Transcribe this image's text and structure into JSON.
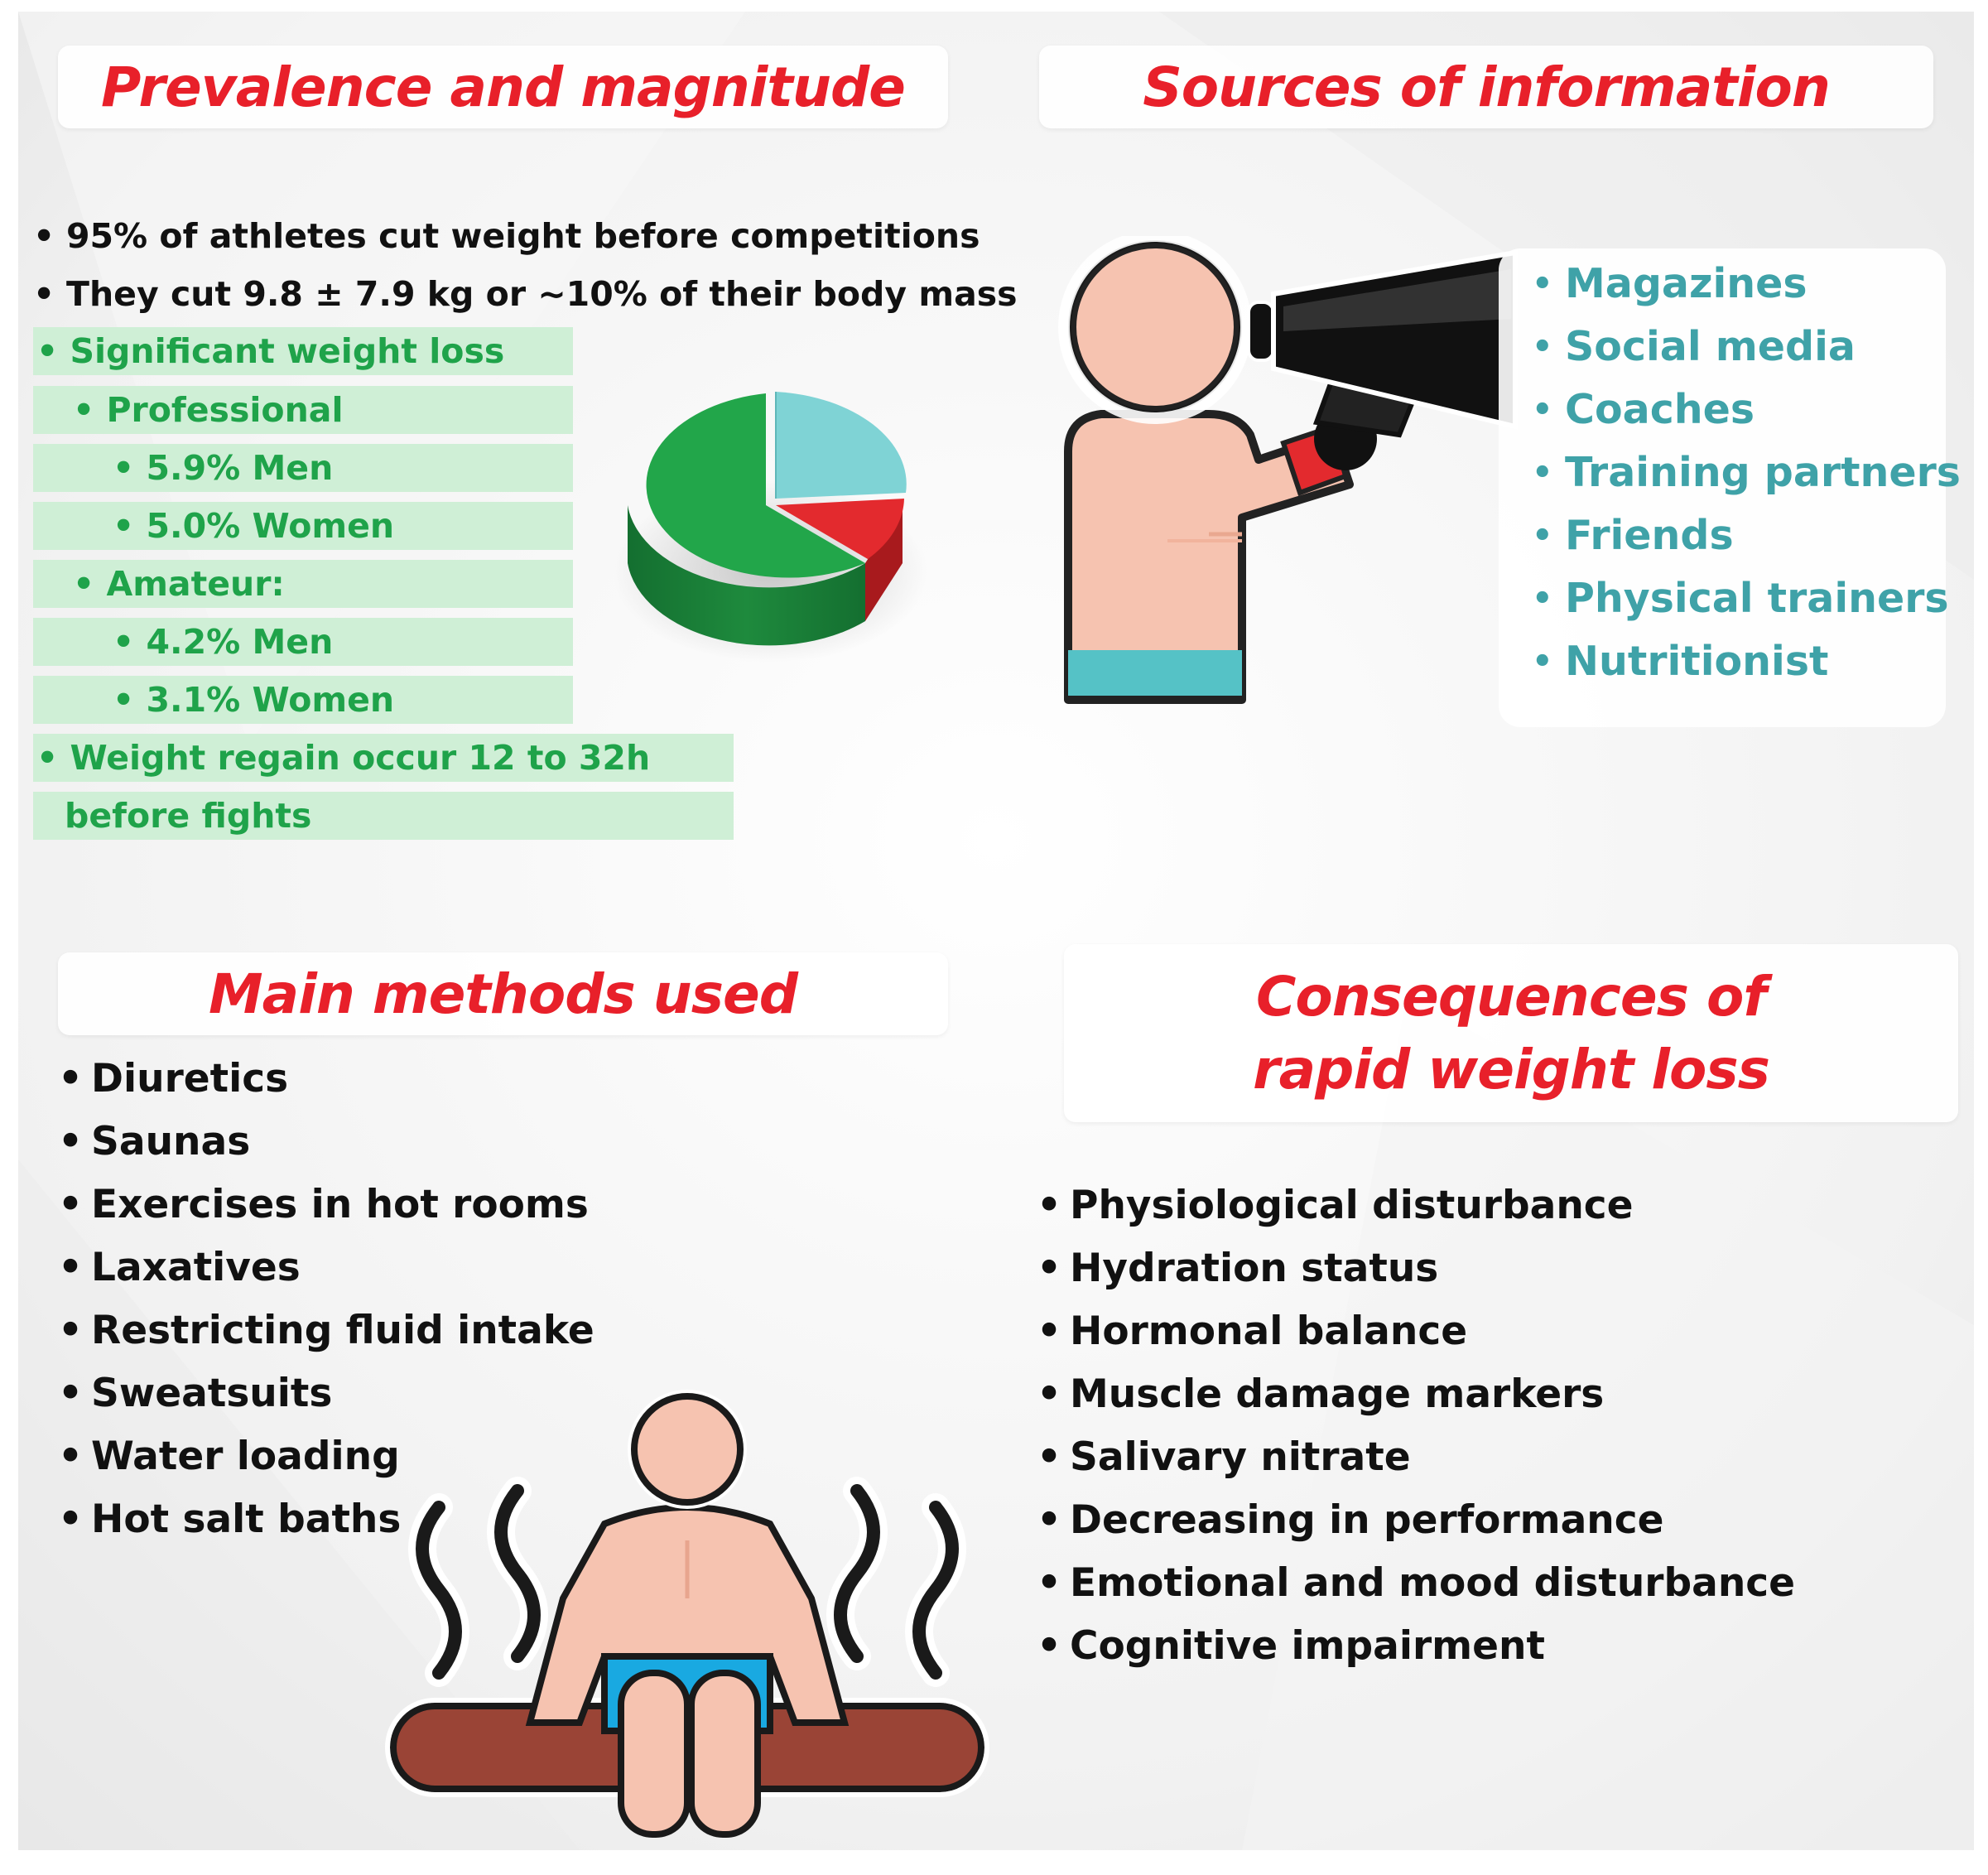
{
  "panels": {
    "prevalence": {
      "title": "Prevalence and magnitude",
      "facts": [
        "95% of athletes cut weight before competitions",
        "They cut 9.8 ± 7.9 kg or ~10% of their body mass"
      ],
      "green_rows": [
        "• Significant weight loss",
        "• Professional",
        "• 5.9% Men",
        "• 5.0% Women",
        "• Amateur:",
        "• 4.2% Men",
        "• 3.1% Women",
        "• Weight regain occur 12 to 32h",
        "before fights"
      ]
    },
    "sources": {
      "title": "Sources of information",
      "items": [
        "Magazines",
        "Social media",
        "Coaches",
        "Training partners",
        "Friends",
        "Physical trainers",
        "Nutritionist"
      ]
    },
    "methods": {
      "title": "Main methods used",
      "items": [
        "Diuretics",
        "Saunas",
        "Exercises in hot rooms",
        "Laxatives",
        "Restricting fluid intake",
        "Sweatsuits",
        "Water loading",
        "Hot salt baths"
      ]
    },
    "consequences": {
      "title_line1": "Consequences of",
      "title_line2": "rapid weight loss",
      "items": [
        "Physiological disturbance",
        "Hydration status",
        "Hormonal balance",
        "Muscle damage markers",
        "Salivary nitrate",
        "Decreasing in performance",
        "Emotional and mood disturbance",
        "Cognitive impairment"
      ]
    }
  },
  "colors": {
    "title_red": "#e8202a",
    "green_text": "#1fa34a",
    "green_bg": "#cfefd6",
    "teal_text": "#3fa2a8",
    "skin": "#f6c3b0",
    "pie_green": "#22a64a",
    "pie_red": "#e32a2e",
    "pie_teal": "#7fd3d5",
    "bench_brown": "#9a4436",
    "shorts_blue": "#19a9e1",
    "band_teal": "#55c2c6"
  },
  "icons": {
    "pie": "pie-chart-icon",
    "megaphone_person": "person-with-megaphone-icon",
    "sauna_person": "person-in-sauna-icon"
  }
}
